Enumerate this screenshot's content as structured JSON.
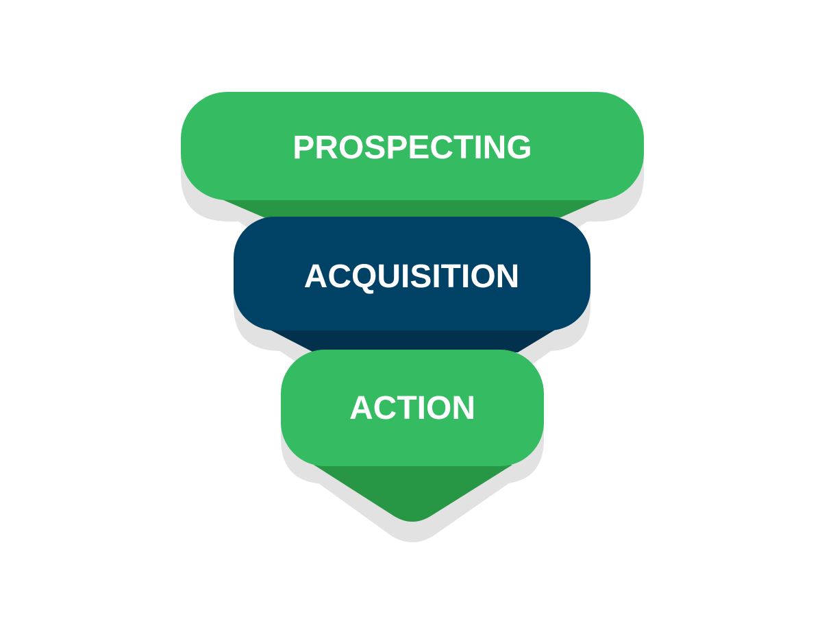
{
  "stages": [
    {
      "label": "PROSPECTING",
      "color": "#35BC62",
      "shade": "#279745"
    },
    {
      "label": "ACQUISITION",
      "color": "#004166",
      "shade": "#01314D"
    },
    {
      "label": "ACTION",
      "color": "#35BC62",
      "shade": "#279745"
    }
  ],
  "shadow_color": "#E2E2E2",
  "background": "#FFFFFF"
}
